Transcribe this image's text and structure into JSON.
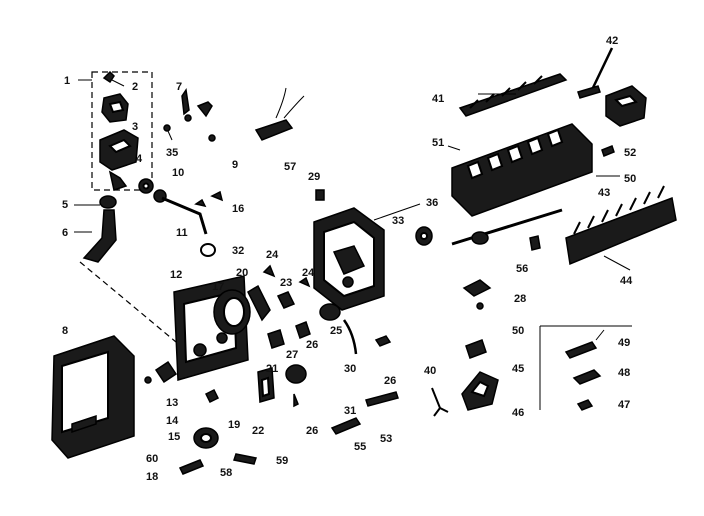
{
  "labels": {
    "l1": "1",
    "l2": "2",
    "l3": "3",
    "l4": "4",
    "l5": "5",
    "l6": "6",
    "l7": "7",
    "l8": "8",
    "l9": "9",
    "l10": "10",
    "l11": "11",
    "l12": "12",
    "l13": "13",
    "l14": "14",
    "l15": "15",
    "l16": "16",
    "l17": "17",
    "l18": "18",
    "l19": "19",
    "l20": "20",
    "l21": "21",
    "l22": "22",
    "l23": "23",
    "l24": "24",
    "l24b": "24",
    "l25": "25",
    "l26a": "26",
    "l26b": "26",
    "l26c": "26",
    "l27": "27",
    "l28": "28",
    "l29": "29",
    "l30": "30",
    "l31": "31",
    "l32": "32",
    "l33": "33",
    "l35": "35",
    "l36": "36",
    "l40": "40",
    "l41": "41",
    "l42": "42",
    "l43": "43",
    "l44": "44",
    "l45": "45",
    "l46": "46",
    "l47": "47",
    "l48": "48",
    "l49": "49",
    "l50a": "50",
    "l50b": "50",
    "l51": "51",
    "l52": "52",
    "l53": "53",
    "l55": "55",
    "l56": "56",
    "l57": "57",
    "l58": "58",
    "l59": "59",
    "l60": "60"
  },
  "colors": {
    "ink": "#000000",
    "paper": "#ffffff"
  }
}
